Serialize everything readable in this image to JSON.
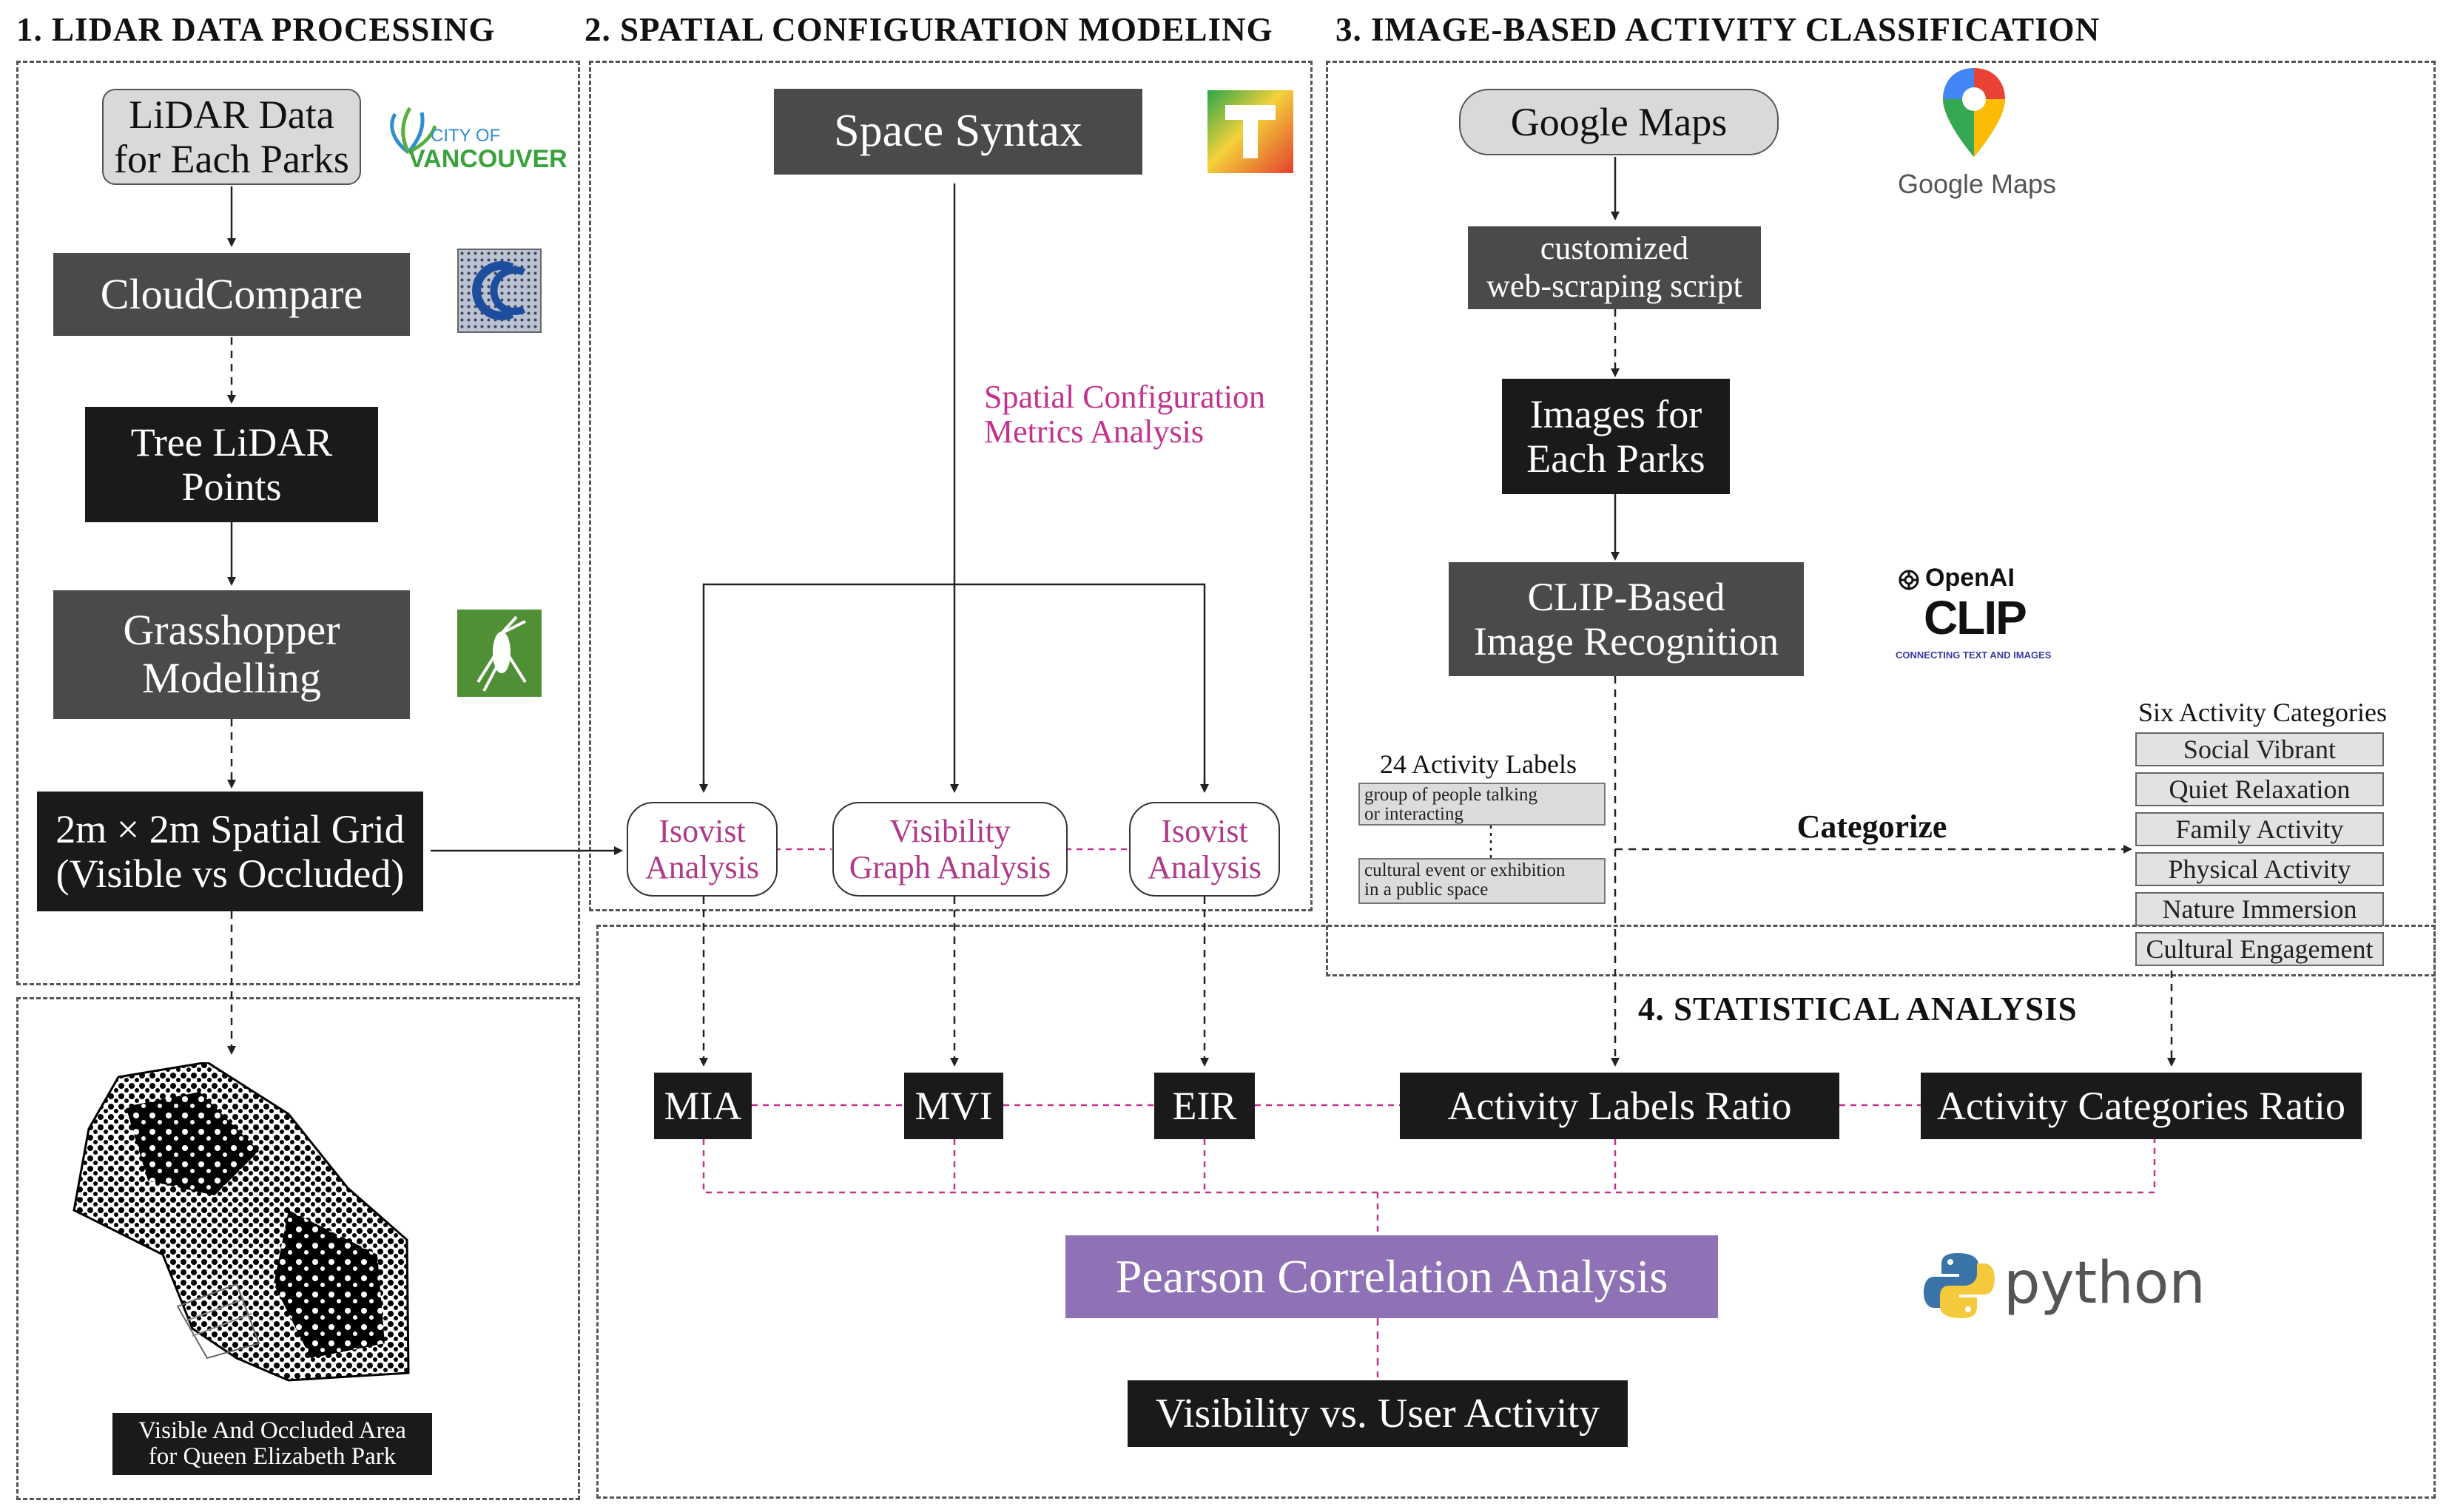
{
  "sections": {
    "s1": "1.  LIDAR DATA PROCESSING",
    "s2": "2.  SPATIAL CONFIGURATION MODELING",
    "s3": "3.  IMAGE-BASED  ACTIVITY CLASSIFICATION",
    "s4": "4.  STATISTICAL ANALYSIS"
  },
  "lidar": {
    "data": "LiDAR Data\nfor Each Parks",
    "cloudcompare": "CloudCompare",
    "tree": "Tree LiDAR\nPoints",
    "grasshopper": "Grasshopper\nModelling",
    "grid": "2m × 2m Spatial Grid\n(Visible vs Occluded)",
    "map_caption": "Visible And Occluded Area\nfor Queen Elizabeth Park",
    "vancouver_line1": "CITY OF",
    "vancouver_line2": "VANCOUVER"
  },
  "spatial": {
    "space_syntax": "Space Syntax",
    "metrics": "Spatial Configuration\nMetrics Analysis",
    "isovist_left": "Isovist\nAnalysis",
    "vga": "Visibility\nGraph Analysis",
    "isovist_right": "Isovist\nAnalysis"
  },
  "image": {
    "google_maps": "Google Maps",
    "google_maps_logo": "Google Maps",
    "script": "customized\nweb-scraping script",
    "images": "Images for\nEach Parks",
    "clip": "CLIP-Based\nImage Recognition",
    "openai": "OpenAI",
    "clip_logo": "CLIP",
    "clip_tagline": "CONNECTING TEXT AND IMAGES",
    "labels_title": "24 Activity Labels",
    "label1": "group of people talking\n or interacting",
    "label2": "cultural event or exhibition\nin a public space",
    "categorize": "Categorize",
    "categories_title": "Six Activity Categories",
    "categories": [
      "Social Vibrant",
      "Quiet Relaxation",
      "Family Activity",
      "Physical Activity",
      "Nature Immersion",
      "Cultural Engagement"
    ]
  },
  "stats": {
    "mia": "MIA",
    "mvi": "MVI",
    "eir": "EIR",
    "alr": "Activity Labels Ratio",
    "acr": "Activity Categories Ratio",
    "pearson": "Pearson Correlation Analysis",
    "result": "Visibility vs. User Activity",
    "python": "python"
  },
  "colors": {
    "dark_box": "#4a4a4a",
    "black_box": "#1a1a1a",
    "accent_pink": "#c2338f",
    "pearson_purple": "#8e72b5"
  }
}
